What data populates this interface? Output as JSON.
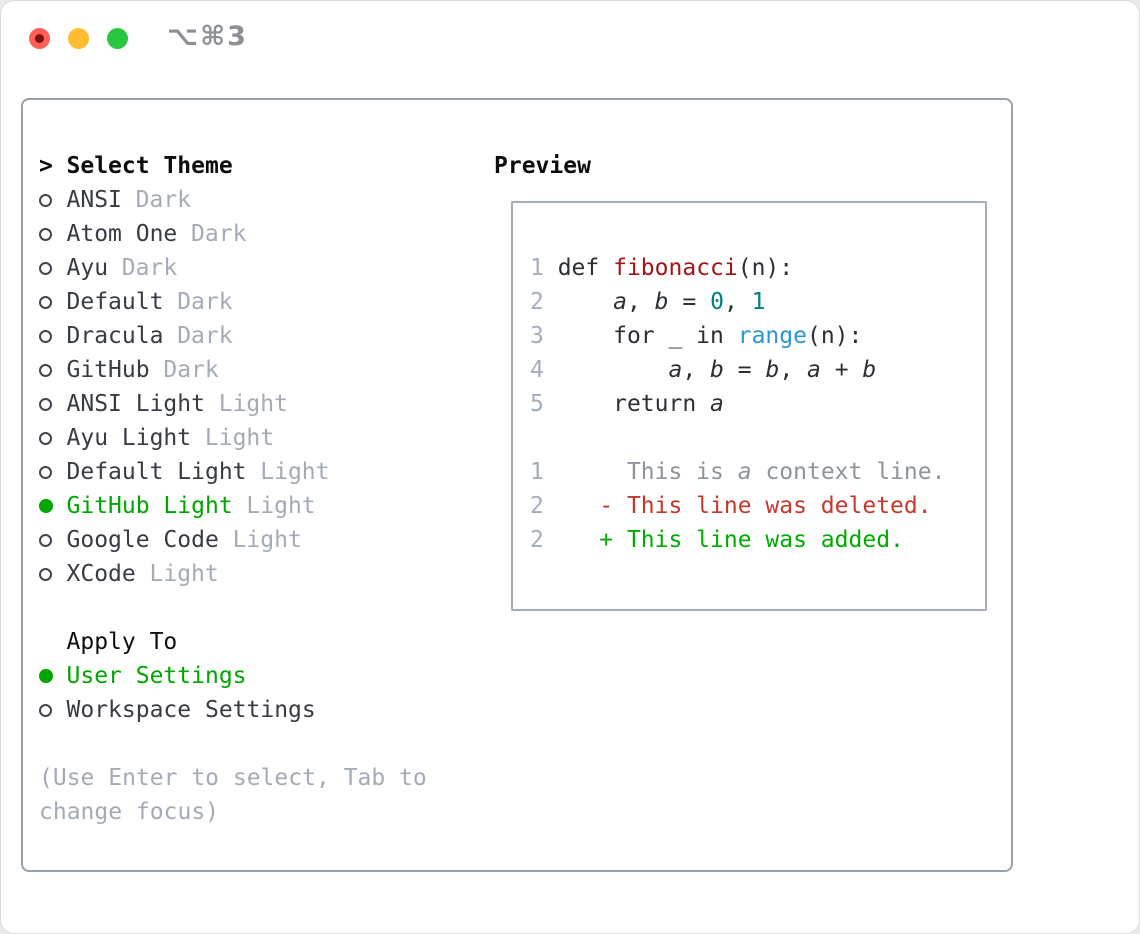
{
  "window": {
    "shortcut_label": "⌥⌘3",
    "traffic_lights": [
      "close",
      "minimize",
      "zoom"
    ]
  },
  "colors": {
    "selection_green": "#00a600",
    "diff_added_green": "#00ab00",
    "diff_deleted_red": "#c5382b",
    "context_gray": "#8d949c",
    "function_red": "#a31515",
    "number_teal": "#008080",
    "builtin_blue": "#2b95d2",
    "muted_gray": "#a3abb6",
    "panel_border": "#99a1ab",
    "traffic_red": "#ff5f57",
    "traffic_yellow": "#febc2e",
    "traffic_green": "#28c73f"
  },
  "theme_picker": {
    "header": {
      "prompt": ">",
      "label": "Select Theme"
    },
    "items": [
      {
        "name": "ANSI",
        "variant": "Dark",
        "selected": false
      },
      {
        "name": "Atom One",
        "variant": "Dark",
        "selected": false
      },
      {
        "name": "Ayu",
        "variant": "Dark",
        "selected": false
      },
      {
        "name": "Default",
        "variant": "Dark",
        "selected": false
      },
      {
        "name": "Dracula",
        "variant": "Dark",
        "selected": false
      },
      {
        "name": "GitHub",
        "variant": "Dark",
        "selected": false
      },
      {
        "name": "ANSI Light",
        "variant": "Light",
        "selected": false
      },
      {
        "name": "Ayu Light",
        "variant": "Light",
        "selected": false
      },
      {
        "name": "Default Light",
        "variant": "Light",
        "selected": false
      },
      {
        "name": "GitHub Light",
        "variant": "Light",
        "selected": true
      },
      {
        "name": "Google Code",
        "variant": "Light",
        "selected": false
      },
      {
        "name": "XCode",
        "variant": "Light",
        "selected": false
      }
    ],
    "apply_to": {
      "label": "Apply To",
      "options": [
        {
          "name": "User Settings",
          "selected": true
        },
        {
          "name": "Workspace Settings",
          "selected": false
        }
      ]
    },
    "hint_line1": "(Use Enter to select, Tab to",
    "hint_line2": "change focus)"
  },
  "preview": {
    "label": "Preview",
    "lines": [
      {
        "segs": [
          {
            "t": "1",
            "s": "ln"
          },
          {
            "t": " def ",
            "s": "fg"
          },
          {
            "t": "fibonacci",
            "s": "fn"
          },
          {
            "t": "(n):",
            "s": "fg"
          }
        ]
      },
      {
        "segs": [
          {
            "t": "2",
            "s": "ln"
          },
          {
            "t": "     ",
            "s": "fg"
          },
          {
            "t": "a",
            "s": "var"
          },
          {
            "t": ", ",
            "s": "fg"
          },
          {
            "t": "b",
            "s": "var"
          },
          {
            "t": " = ",
            "s": "fg"
          },
          {
            "t": "0",
            "s": "num"
          },
          {
            "t": ", ",
            "s": "fg"
          },
          {
            "t": "1",
            "s": "num"
          }
        ]
      },
      {
        "segs": [
          {
            "t": "3",
            "s": "ln"
          },
          {
            "t": "     for _ in ",
            "s": "fg"
          },
          {
            "t": "range",
            "s": "kb"
          },
          {
            "t": "(n):",
            "s": "fg"
          }
        ]
      },
      {
        "segs": [
          {
            "t": "4",
            "s": "ln"
          },
          {
            "t": "         ",
            "s": "fg"
          },
          {
            "t": "a",
            "s": "var"
          },
          {
            "t": ", ",
            "s": "fg"
          },
          {
            "t": "b",
            "s": "var"
          },
          {
            "t": " = ",
            "s": "fg"
          },
          {
            "t": "b",
            "s": "var"
          },
          {
            "t": ", ",
            "s": "fg"
          },
          {
            "t": "a",
            "s": "var"
          },
          {
            "t": " + ",
            "s": "fg"
          },
          {
            "t": "b",
            "s": "var"
          }
        ]
      },
      {
        "segs": [
          {
            "t": "5",
            "s": "ln"
          },
          {
            "t": "     return ",
            "s": "fg"
          },
          {
            "t": "a",
            "s": "var"
          }
        ]
      },
      {
        "segs": []
      },
      {
        "segs": [
          {
            "t": "1",
            "s": "ln"
          },
          {
            "t": "      This is ",
            "s": "ctx"
          },
          {
            "t": "a",
            "s": "ctxv"
          },
          {
            "t": " context line.",
            "s": "ctx"
          }
        ]
      },
      {
        "segs": [
          {
            "t": "2",
            "s": "ln"
          },
          {
            "t": "    - This line was deleted.",
            "s": "del"
          }
        ]
      },
      {
        "segs": [
          {
            "t": "2",
            "s": "ln"
          },
          {
            "t": "    + This line was added.",
            "s": "add"
          }
        ]
      }
    ]
  }
}
